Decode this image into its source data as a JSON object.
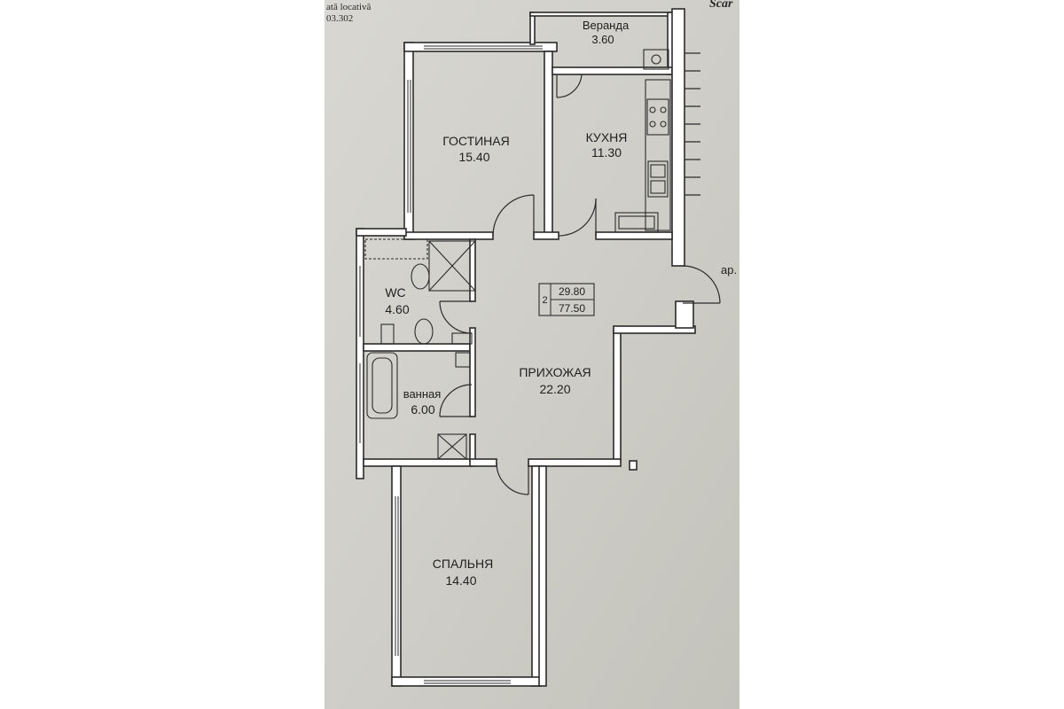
{
  "header": {
    "left_line1": "ată locativă",
    "left_line2": "03.302",
    "right_fragment": "Scar"
  },
  "rooms": [
    {
      "id": "veranda",
      "name": "Веранда",
      "area": "3.60"
    },
    {
      "id": "living",
      "name": "ГОСТИНАЯ",
      "area": "15.40"
    },
    {
      "id": "kitchen",
      "name": "КУХНЯ",
      "area": "11.30"
    },
    {
      "id": "wc",
      "name": "WC",
      "area": "4.60"
    },
    {
      "id": "bath",
      "name": "ванная",
      "area": "6.00"
    },
    {
      "id": "hall",
      "name": "ПРИХОЖАЯ",
      "area": "22.20"
    },
    {
      "id": "bedroom",
      "name": "СПАЛЬНЯ",
      "area": "14.40"
    }
  ],
  "apartment_tag": {
    "rooms_count": "2",
    "living_area": "29.80",
    "total_area": "77.50"
  },
  "stair_label": "ap."
}
